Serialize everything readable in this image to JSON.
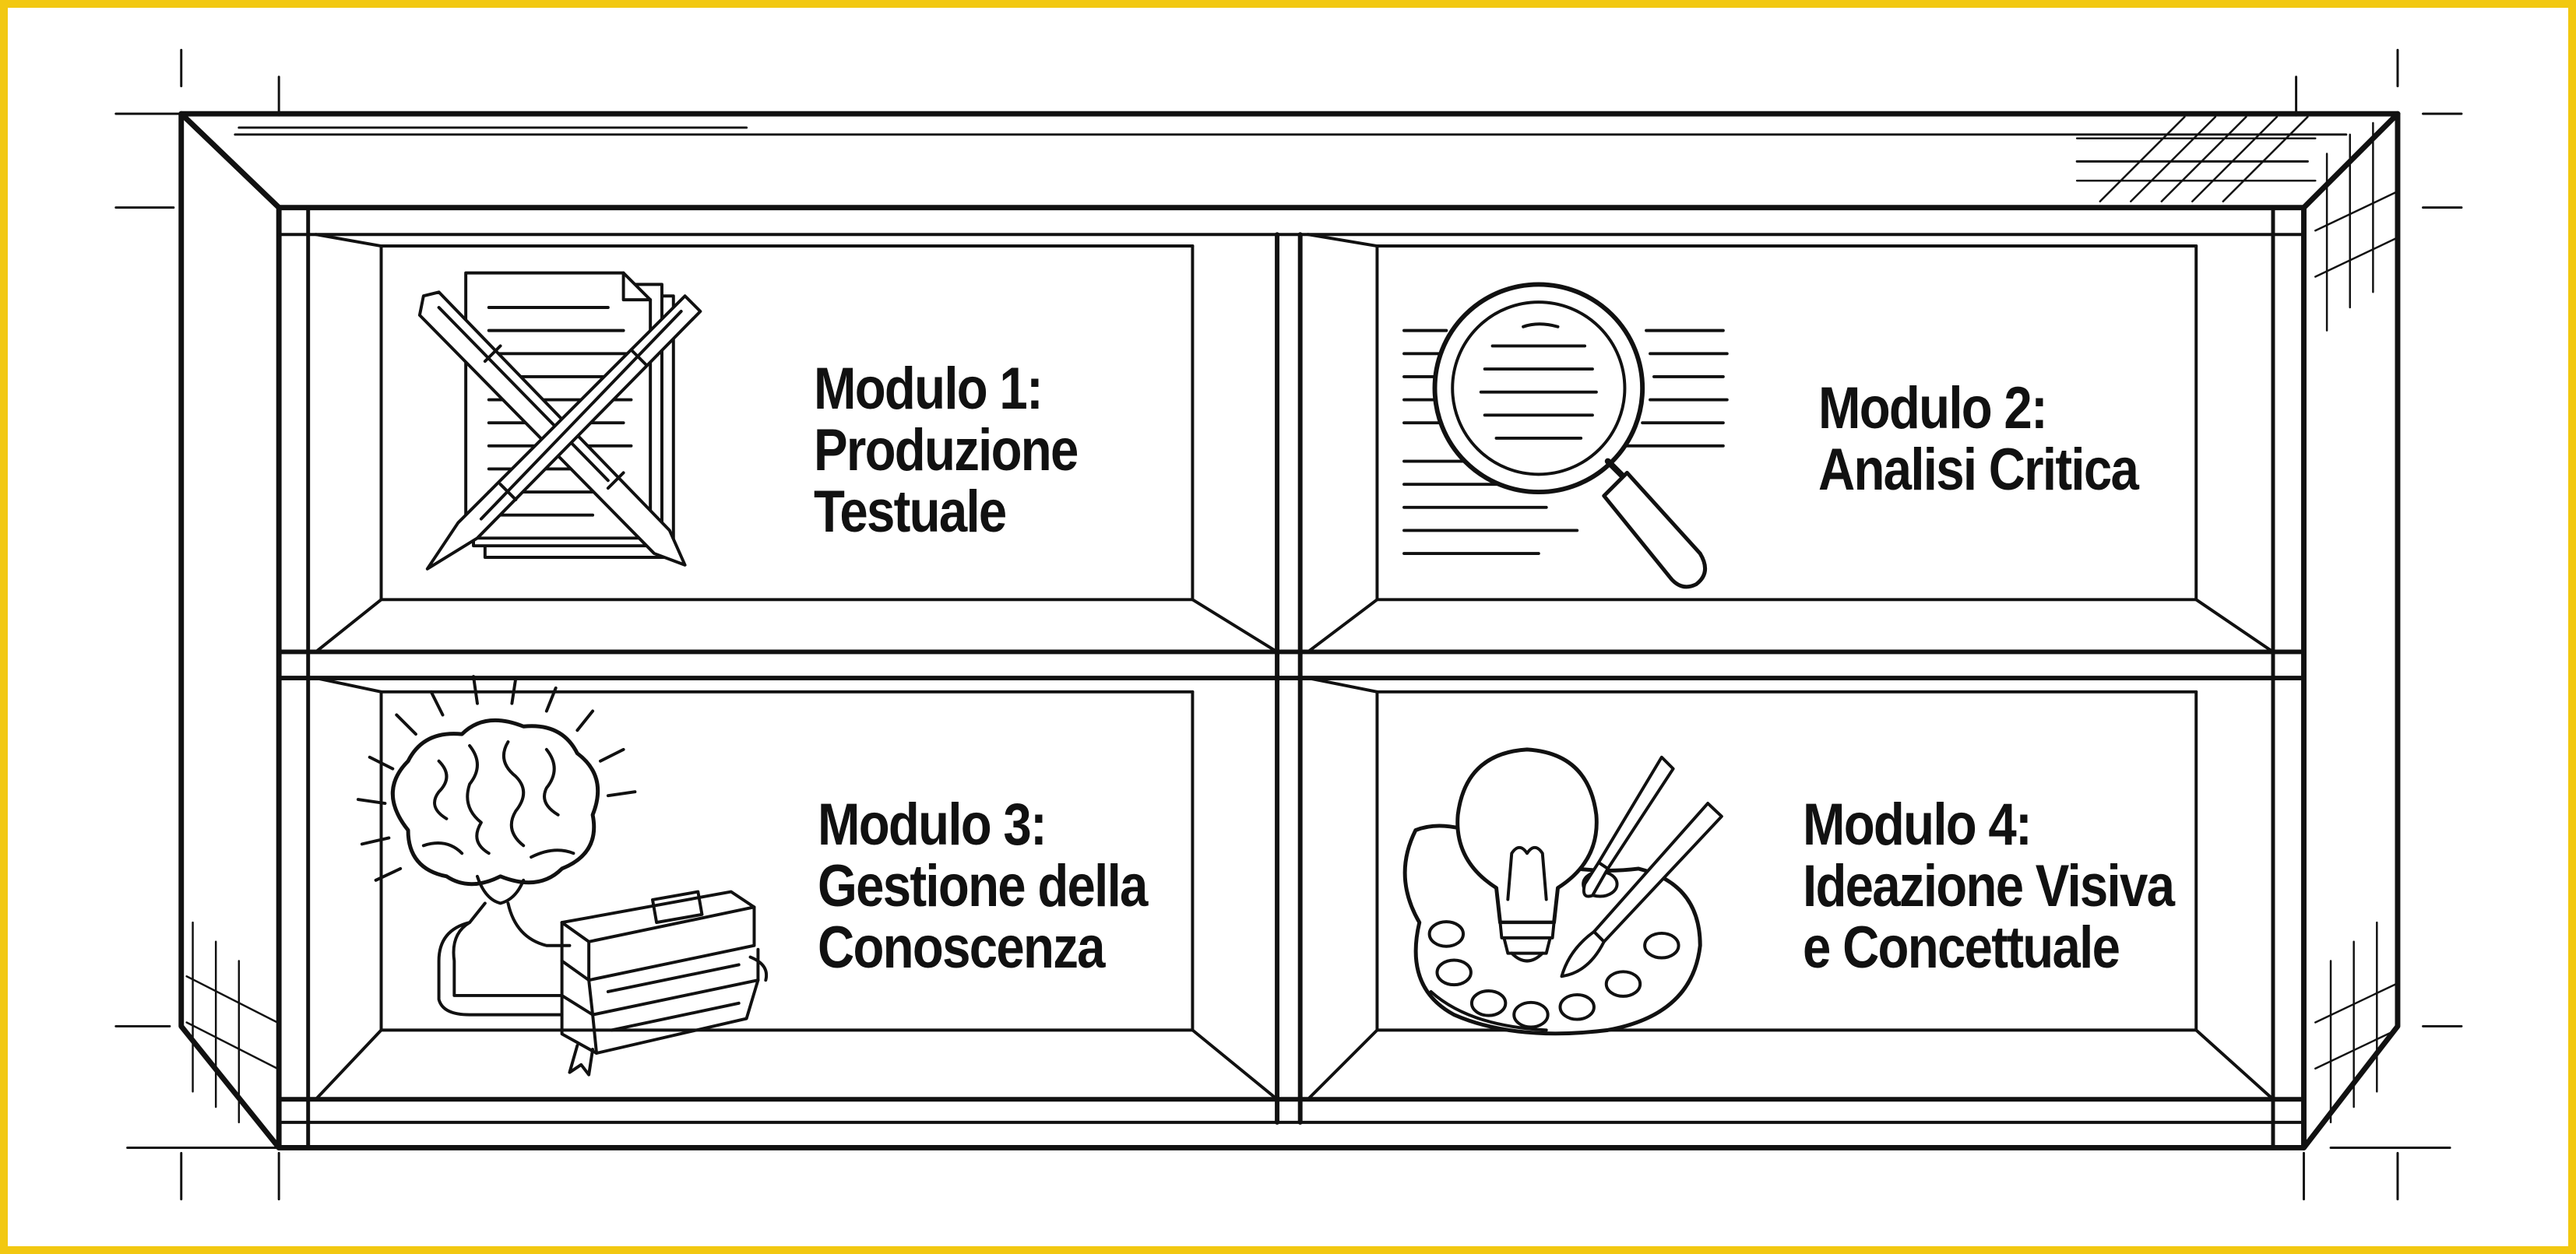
{
  "colors": {
    "frame": "#f2c811",
    "ink": "#111111",
    "background": "#ffffff"
  },
  "modules": [
    {
      "lines": [
        "Modulo 1:",
        "Produzione",
        "Testuale"
      ],
      "icon": "crossed-pens-document-icon"
    },
    {
      "lines": [
        "Modulo 2:",
        "Analisi Critica"
      ],
      "icon": "magnifying-glass-text-icon"
    },
    {
      "lines": [
        "Modulo 3:",
        "Gestione della",
        "Conoscenza"
      ],
      "icon": "brain-books-icon"
    },
    {
      "lines": [
        "Modulo 4:",
        "Ideazione Visiva",
        "e Concettuale"
      ],
      "icon": "lightbulb-palette-icon"
    }
  ]
}
